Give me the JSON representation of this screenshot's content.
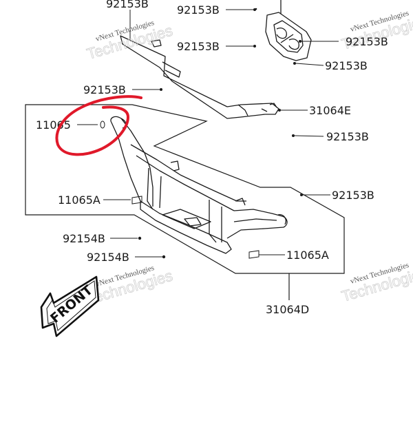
{
  "part_labels": [
    {
      "id": "top-left-92153b",
      "text": "92153B"
    },
    {
      "id": "top-center-92153b",
      "text": "92153B"
    },
    {
      "id": "upper-center-92153b",
      "text": "92153B"
    },
    {
      "id": "plate-right-92153b",
      "text": "92153B"
    },
    {
      "id": "plate-lower-92153b",
      "text": "92153B"
    },
    {
      "id": "guard-top-92153b",
      "text": "92153B"
    },
    {
      "id": "bracket-31064e",
      "text": "31064E"
    },
    {
      "id": "right-mid-92153b",
      "text": "92153B"
    },
    {
      "id": "cap-11065",
      "text": "11065"
    },
    {
      "id": "right-lower-92153b",
      "text": "92153B"
    },
    {
      "id": "cap-11065a-left",
      "text": "11065A"
    },
    {
      "id": "bolt-92154b-upper",
      "text": "92154B"
    },
    {
      "id": "bolt-92154b-lower",
      "text": "92154B"
    },
    {
      "id": "cap-11065a-right",
      "text": "11065A"
    },
    {
      "id": "assembly-31064d",
      "text": "31064D"
    }
  ],
  "watermarks": [
    {
      "small": "vNext Technologies",
      "big": "Technologies"
    },
    {
      "small": "vNext Technologies",
      "big": "Technologies"
    },
    {
      "small": "vNext Technologies",
      "big": "Technologies"
    },
    {
      "small": "vNext Technologies",
      "big": "Technologies"
    }
  ],
  "front_arrow": {
    "text": "FRONT"
  },
  "colors": {
    "line": "#1a1a1a",
    "annotation": "#e0192a",
    "watermark": "#cfcfcf"
  }
}
